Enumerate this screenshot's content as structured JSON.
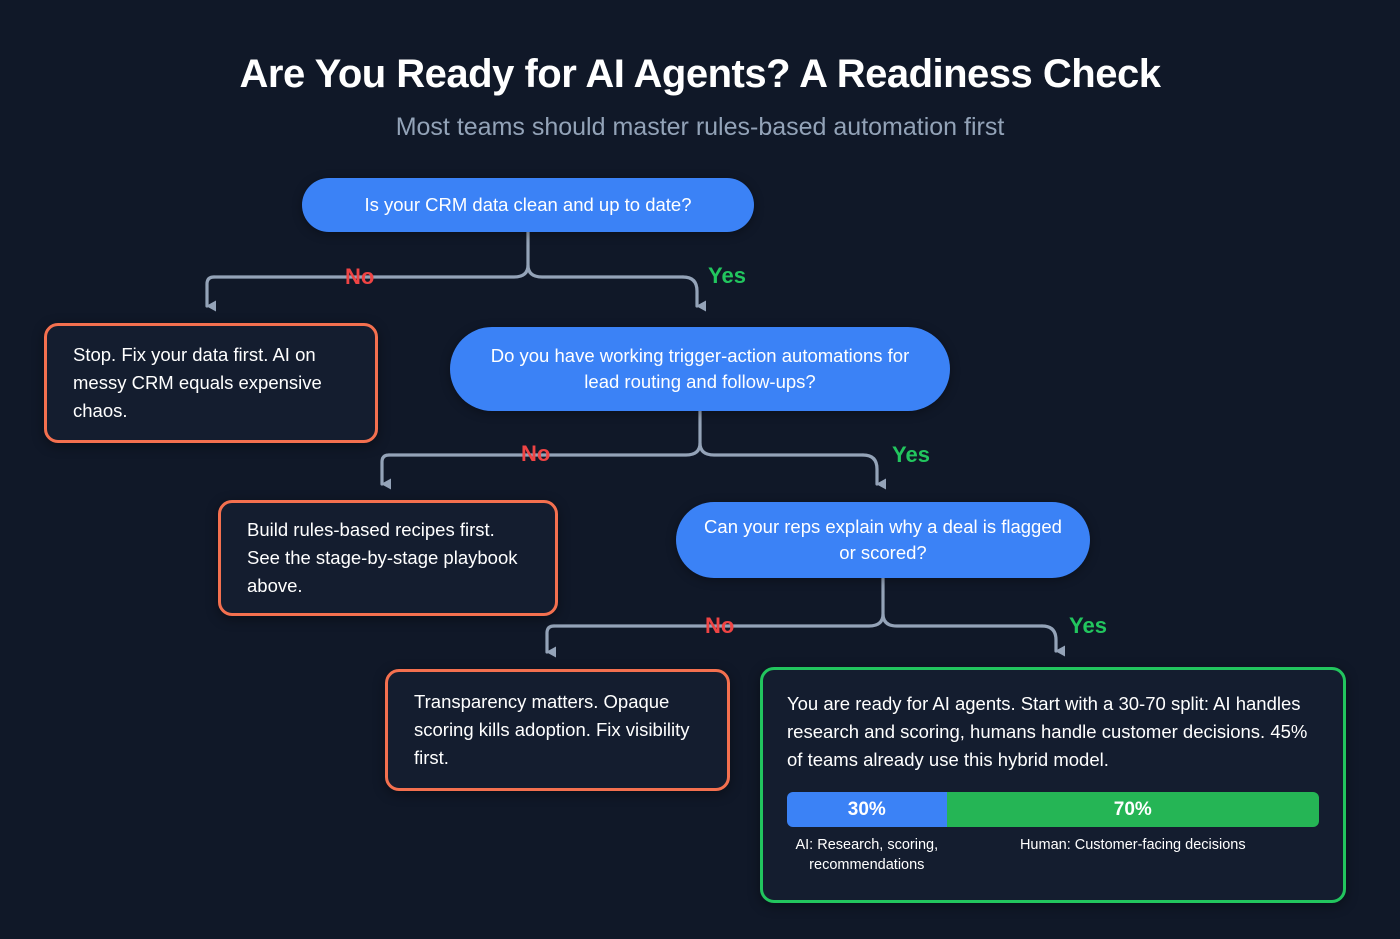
{
  "header": {
    "title": "Are You Ready for AI Agents? A Readiness Check",
    "subtitle": "Most teams should master rules-based automation first"
  },
  "colors": {
    "background": "#101828",
    "decision_blue": "#3b82f6",
    "stop_border": "#f4704f",
    "go_border": "#22c55e",
    "no_label": "#ef4444",
    "yes_label": "#22c55e",
    "connector": "#94a3b8",
    "card_fill": "#141d2f",
    "ai_segment": "#3b82f6",
    "human_segment": "#25b555"
  },
  "branch_labels": {
    "no": "No",
    "yes": "Yes"
  },
  "questions": [
    {
      "id": "q1",
      "text": "Is your CRM data clean and up to date?"
    },
    {
      "id": "q2",
      "text": "Do you have working trigger-action automations for lead routing and follow-ups?"
    },
    {
      "id": "q3",
      "text": "Can your reps explain why a deal is flagged or scored?"
    }
  ],
  "outcomes": [
    {
      "id": "o1",
      "kind": "stop",
      "text": "Stop. Fix your data first. AI on messy CRM equals expensive chaos."
    },
    {
      "id": "o2",
      "kind": "stop",
      "text": "Build rules-based recipes first. See the stage-by-stage playbook above."
    },
    {
      "id": "o3",
      "kind": "stop",
      "text": "Transparency matters. Opaque scoring kills adoption. Fix visibility first."
    },
    {
      "id": "o4",
      "kind": "go",
      "text": "You are ready for AI agents. Start with a 30-70 split: AI handles research and scoring, humans handle customer decisions. 45% of teams already use this hybrid model."
    }
  ],
  "split": {
    "ai_percent_label": "30%",
    "human_percent_label": "70%",
    "ai_caption": "AI: Research, scoring, recommendations",
    "human_caption": "Human: Customer-facing decisions",
    "ai_value": 30,
    "human_value": 70
  }
}
